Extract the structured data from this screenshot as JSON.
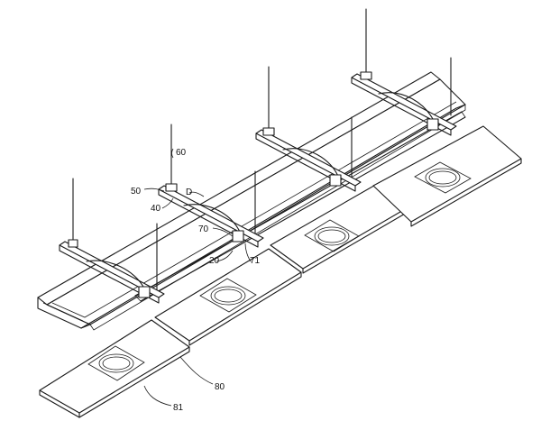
{
  "figure": {
    "labels": {
      "l60": "60",
      "l50": "50",
      "lD": "D",
      "l40": "40",
      "l70": "70",
      "l20": "20",
      "l71": "71",
      "l80": "80",
      "l81": "81"
    },
    "colors": {
      "line": "#1a1a1a",
      "background": "#ffffff"
    }
  }
}
